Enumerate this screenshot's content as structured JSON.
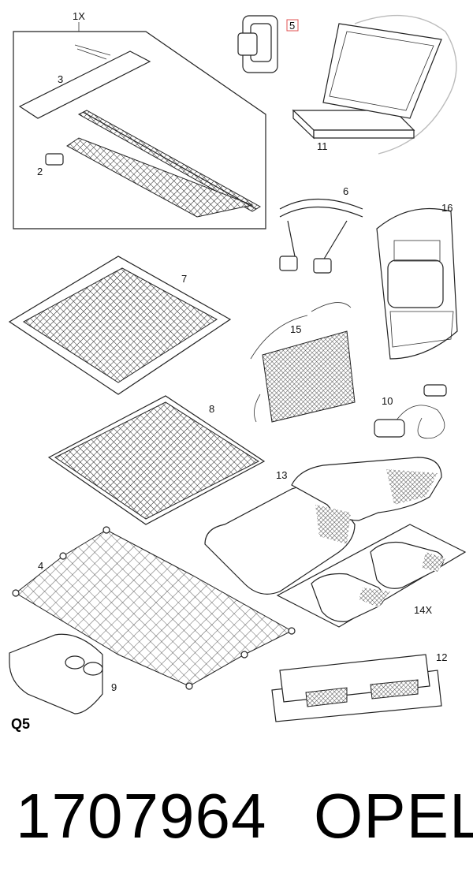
{
  "diagram": {
    "callouts": {
      "c1x": "1X",
      "c2": "2",
      "c3": "3",
      "c4": "4",
      "c5": "5",
      "c6": "6",
      "c7": "7",
      "c8": "8",
      "c9": "9",
      "c10": "10",
      "c11": "11",
      "c12": "12",
      "c13": "13",
      "c14x": "14X",
      "c15": "15",
      "c16": "16"
    },
    "section_code": "Q5",
    "highlight_color": "#e05050"
  },
  "footer": {
    "part_number": "1707964",
    "brand": "OPEL"
  }
}
